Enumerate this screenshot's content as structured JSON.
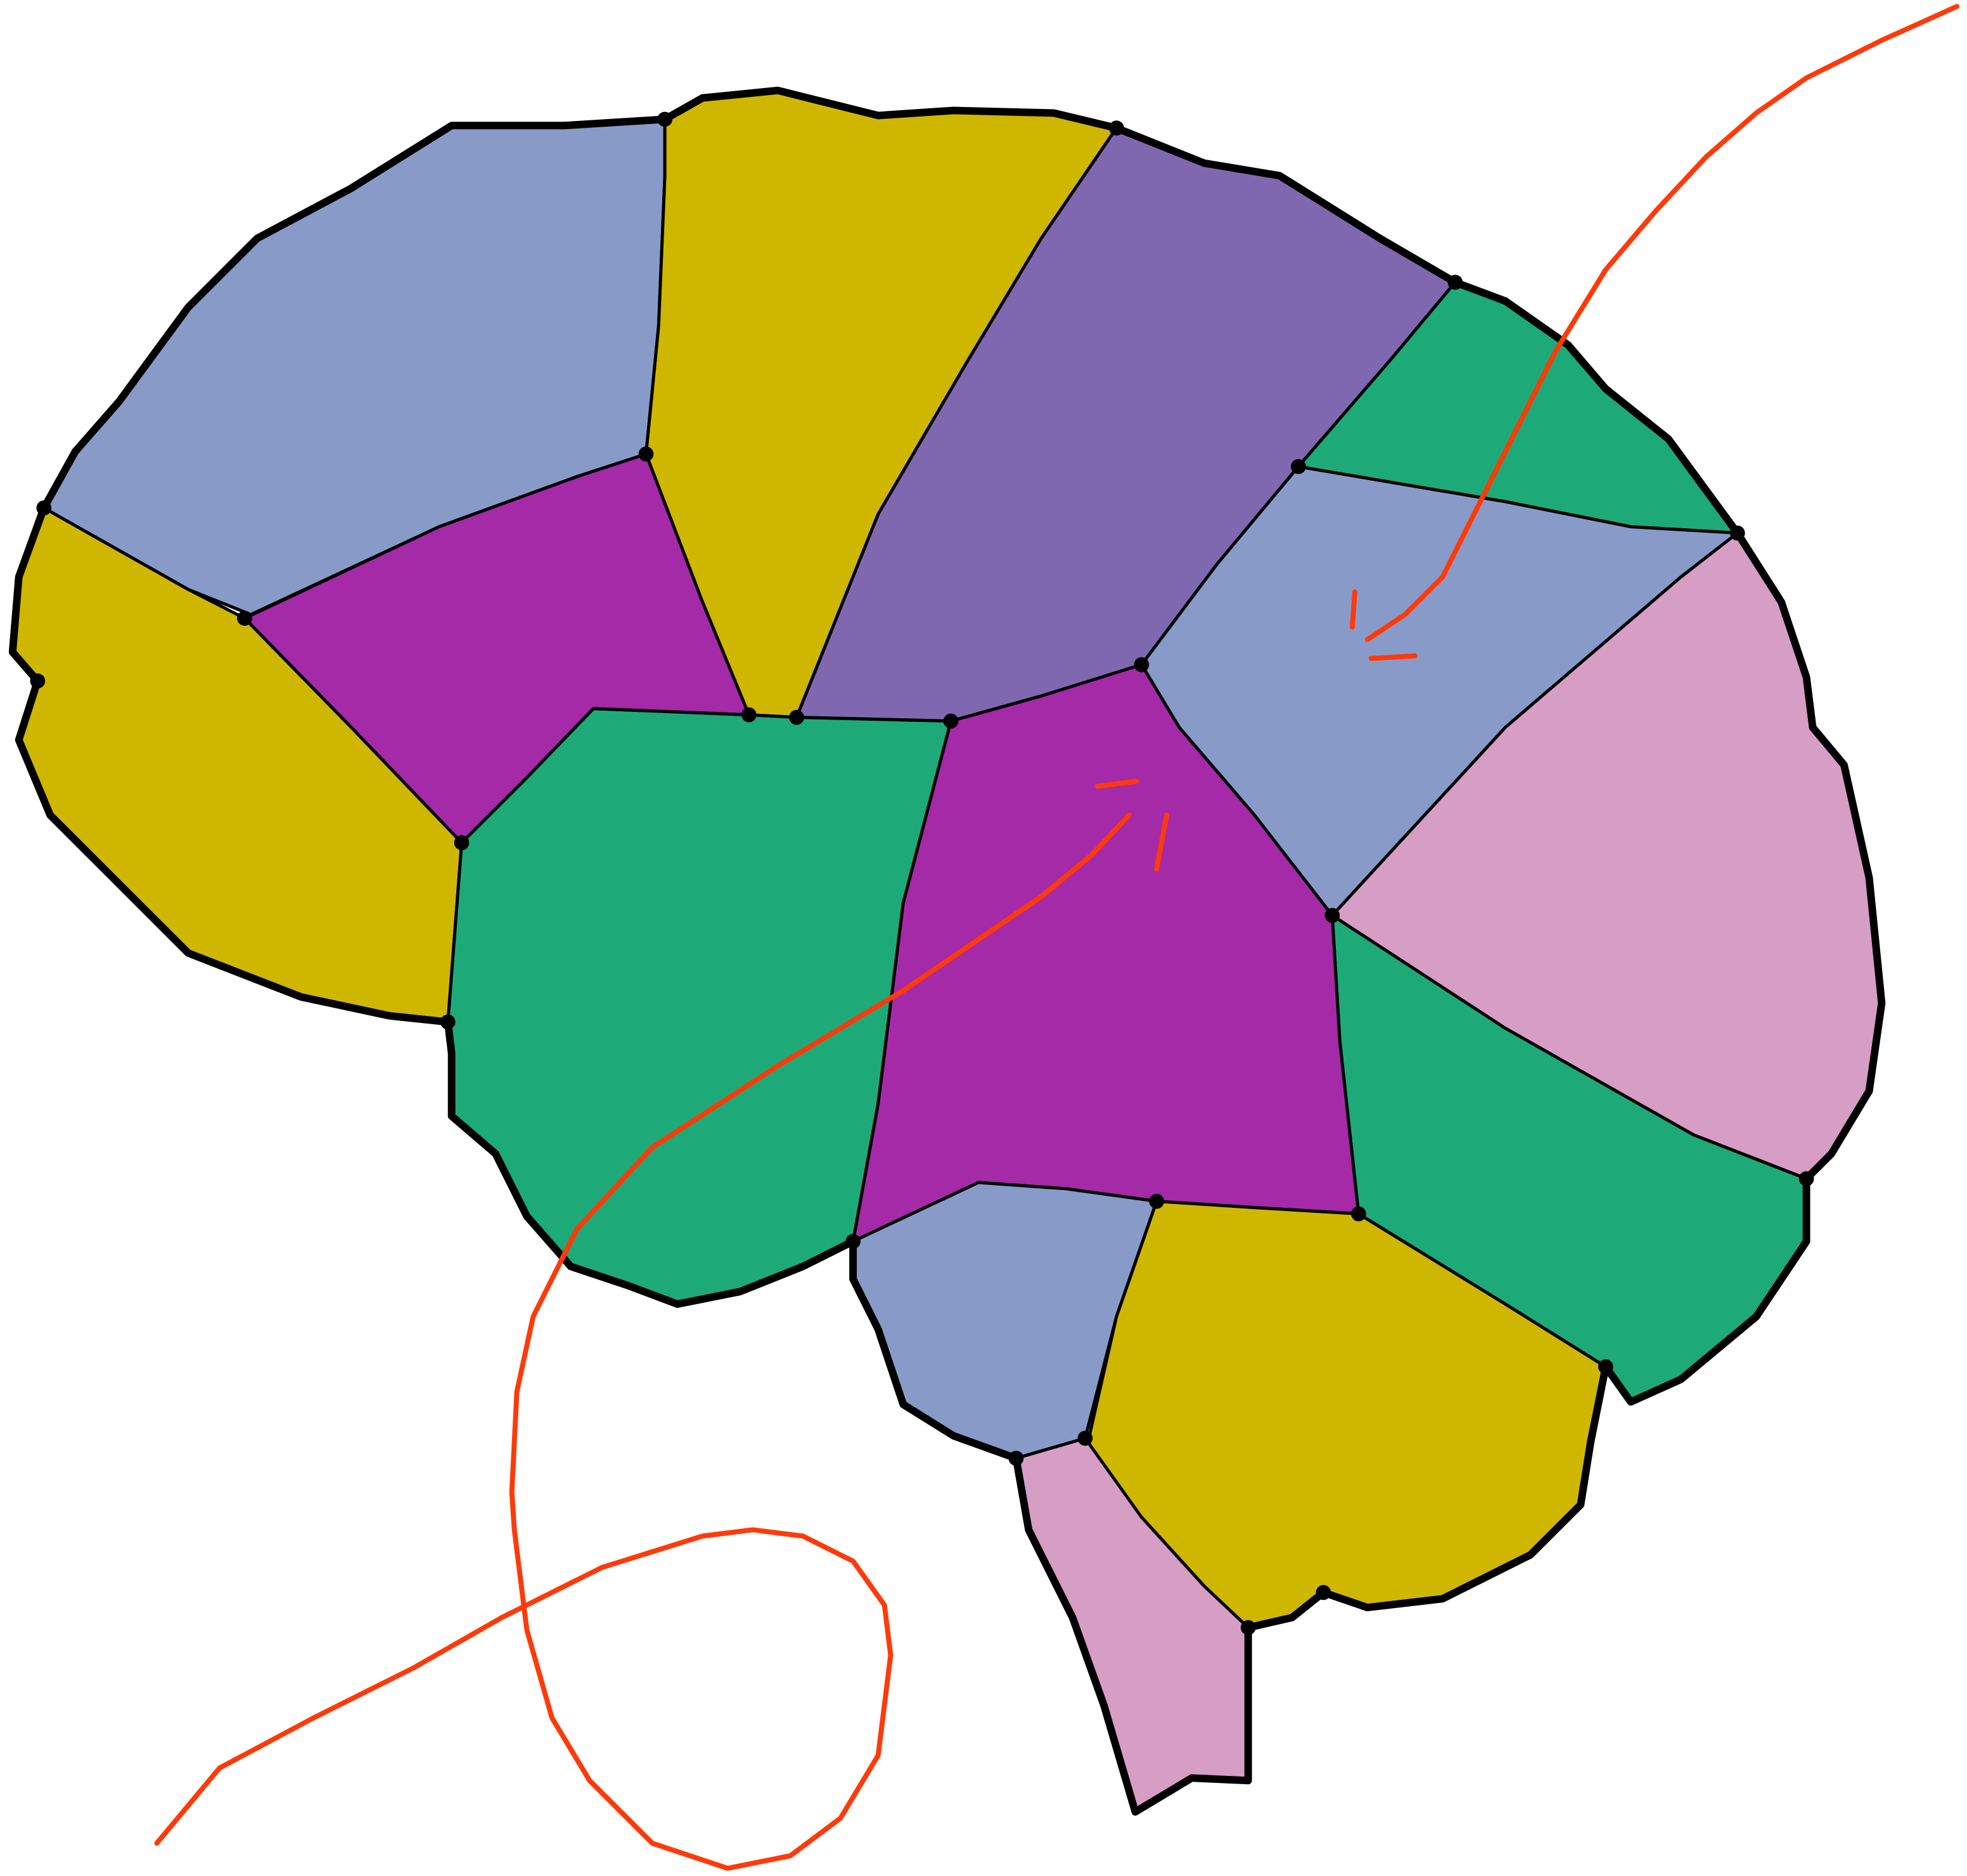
{
  "colors": {
    "blue": "#889BC8",
    "yellow": "#CFB700",
    "purple": "#8068B0",
    "green": "#1DAA78",
    "magenta": "#A42AA8",
    "pink": "#D69EC4",
    "outline": "#000000",
    "annotation": "#FF3A0A"
  },
  "regions": [
    {
      "name": "region-top-left",
      "color": "blue"
    },
    {
      "name": "region-top-center",
      "color": "yellow"
    },
    {
      "name": "region-top-right",
      "color": "purple"
    },
    {
      "name": "region-upper-right",
      "color": "green"
    },
    {
      "name": "region-right-middle",
      "color": "blue"
    },
    {
      "name": "region-far-right",
      "color": "pink"
    },
    {
      "name": "region-lower-right",
      "color": "green"
    },
    {
      "name": "region-center",
      "color": "magenta"
    },
    {
      "name": "region-center-left",
      "color": "green"
    },
    {
      "name": "region-left-middle",
      "color": "magenta"
    },
    {
      "name": "region-far-left",
      "color": "yellow"
    },
    {
      "name": "region-bottom-left",
      "color": "blue"
    },
    {
      "name": "region-cerebellum",
      "color": "yellow"
    },
    {
      "name": "region-brainstem",
      "color": "pink"
    }
  ]
}
